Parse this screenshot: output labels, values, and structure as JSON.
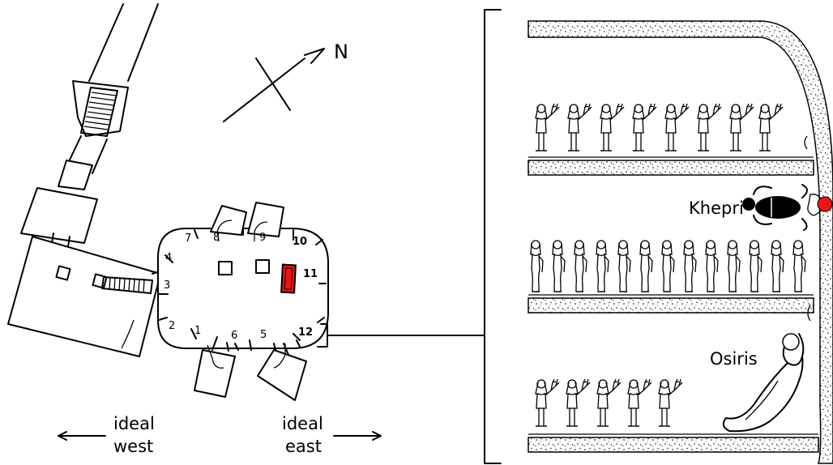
{
  "compass": {
    "north_label": "N"
  },
  "directions": {
    "west_line1": "ideal",
    "west_line2": "west",
    "east_line1": "ideal",
    "east_line2": "east"
  },
  "wall_numbers": [
    "1",
    "2",
    "3",
    "4",
    "5",
    "6",
    "7",
    "8",
    "9",
    "10",
    "11",
    "12"
  ],
  "gods": {
    "khepri": "Khepri",
    "osiris": "Osiris"
  },
  "colors": {
    "highlight_red": "#e8141a",
    "sarcophagus_red": "#e8141a",
    "ink": "#000000"
  }
}
